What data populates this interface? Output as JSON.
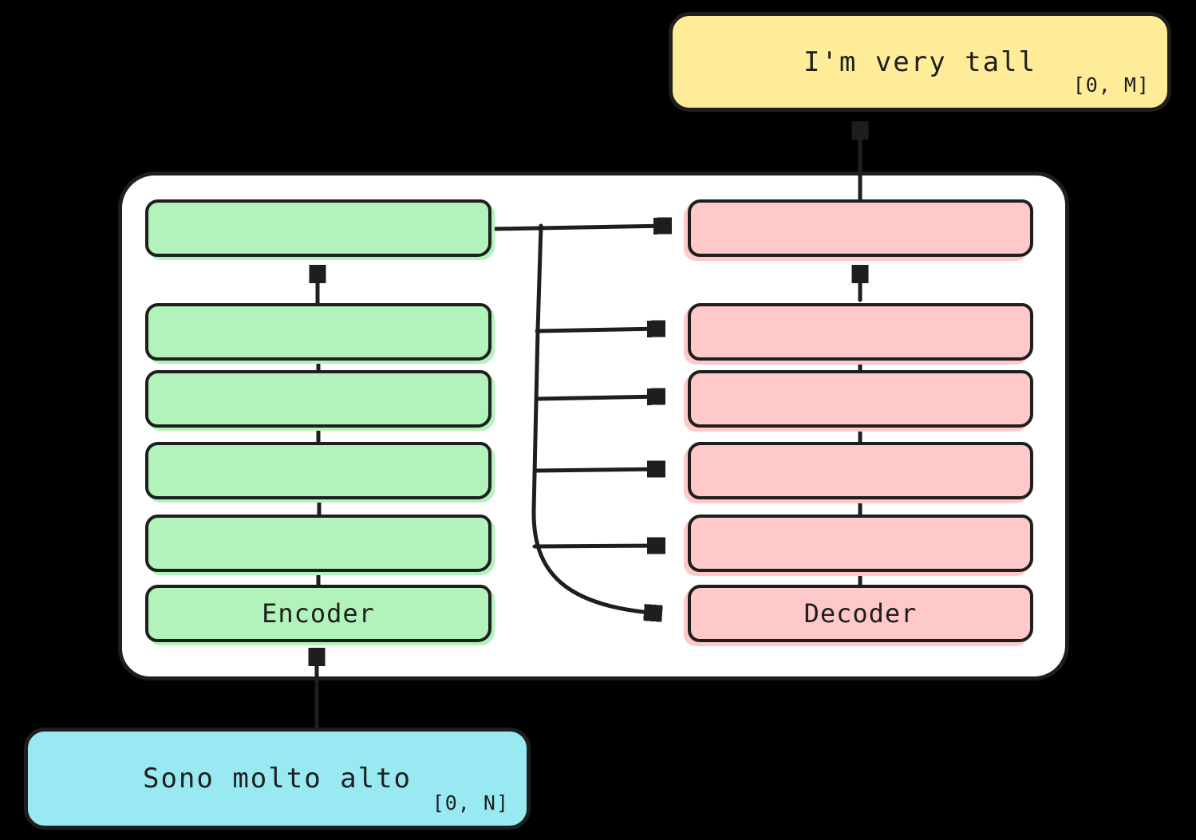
{
  "output_box": {
    "text": "I'm very tall",
    "index_label": "[0, M]"
  },
  "input_box": {
    "text": "Sono molto alto",
    "index_label": "[0, N]"
  },
  "encoder_stack": {
    "label": "Encoder",
    "layer_count": 6
  },
  "decoder_stack": {
    "label": "Decoder",
    "layer_count": 6
  },
  "colors": {
    "background": "#000000",
    "container_fill": "#ffffff",
    "stroke": "#1e1e1e",
    "encoder_fill": "#b2f2bb",
    "decoder_fill": "#ffc9c9",
    "input_fill": "#99e9f2",
    "output_fill": "#ffec99"
  }
}
